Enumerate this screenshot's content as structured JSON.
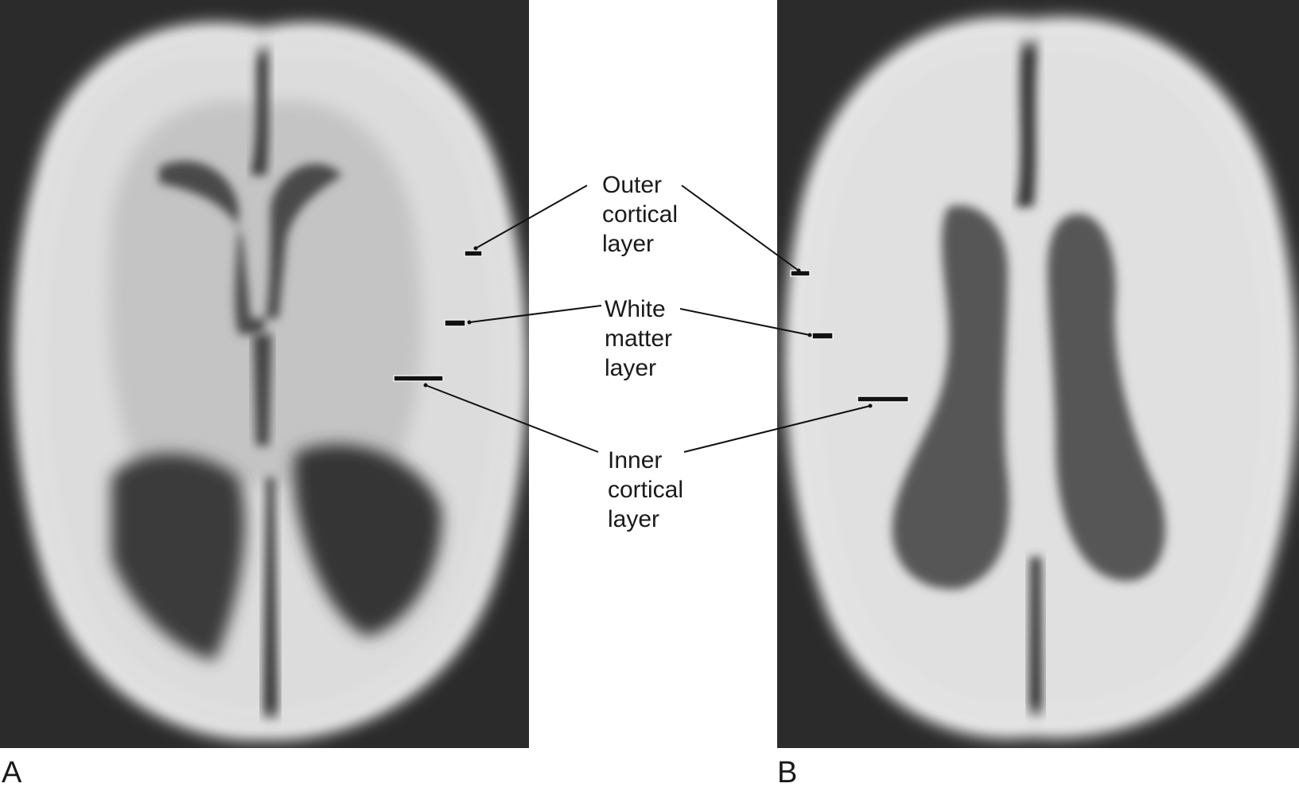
{
  "panels": [
    {
      "letter": "A"
    },
    {
      "letter": "B"
    }
  ],
  "callouts": {
    "outer_cortical": [
      "Outer",
      "cortical",
      "layer"
    ],
    "white_matter": [
      "White",
      "matter",
      "layer"
    ],
    "inner_cortical": [
      "Inner",
      "cortical",
      "layer"
    ]
  },
  "colors": {
    "background_scan": "#2b2b2b",
    "tissue_bright": "#e2e2e2",
    "ventricle_dark": "#3a3a3a",
    "marker": "#111111",
    "leader": "#111111"
  }
}
